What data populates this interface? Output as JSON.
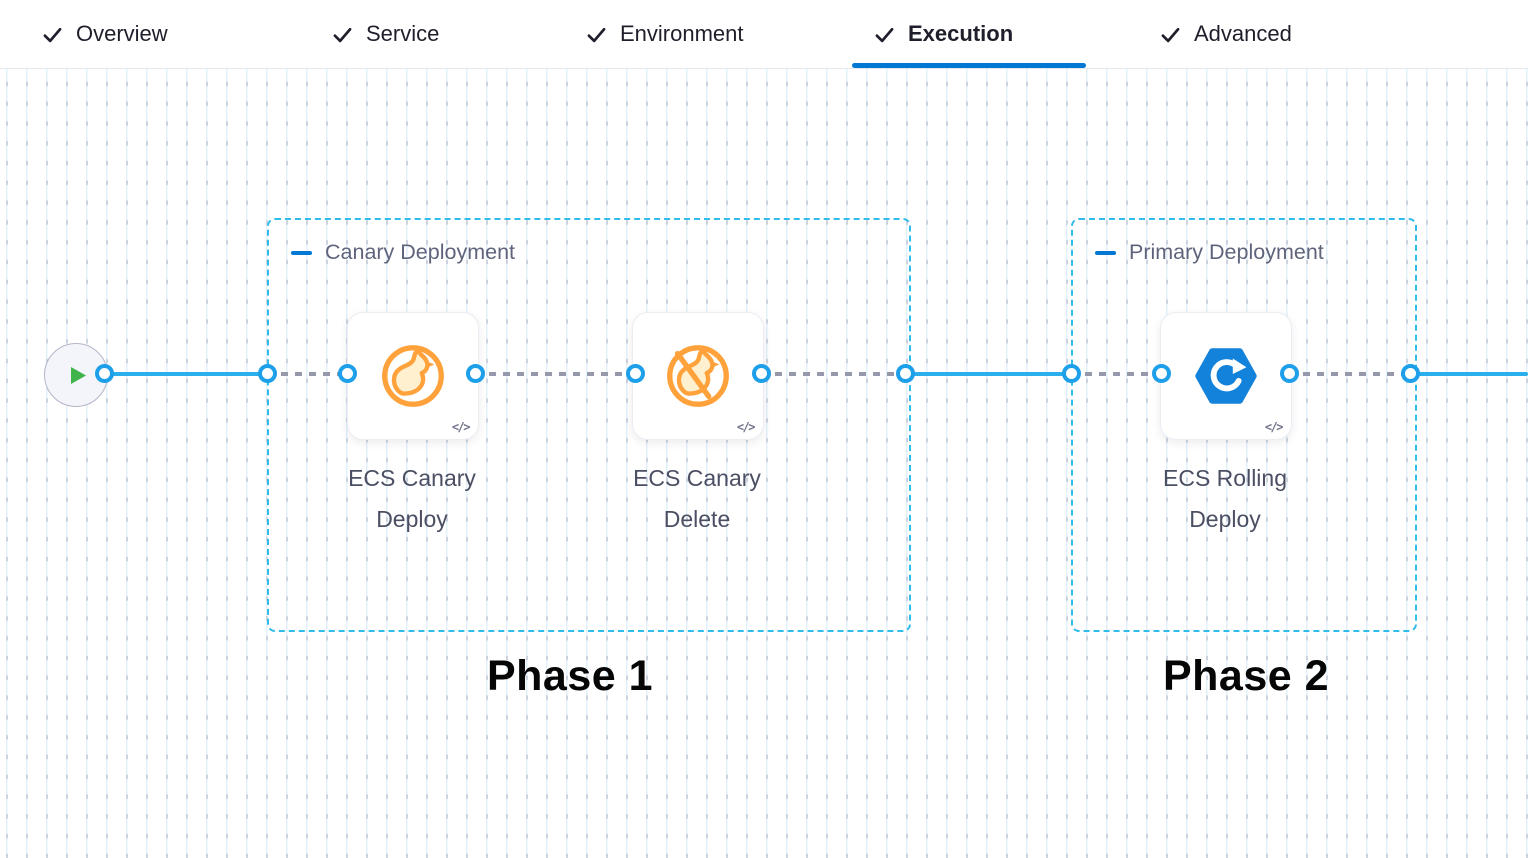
{
  "tab_bar": {
    "tabs": [
      {
        "label": "Overview"
      },
      {
        "label": "Service"
      },
      {
        "label": "Environment"
      },
      {
        "label": "Execution"
      },
      {
        "label": "Advanced"
      }
    ],
    "active_tab": "Execution"
  },
  "pipeline": {
    "groups": [
      {
        "title": "Canary Deployment",
        "annotation": "Phase 1",
        "steps": [
          {
            "name": "ECS Canary Deploy",
            "icon": "canary-deploy-icon",
            "badge": "</>"
          },
          {
            "name": "ECS Canary Delete",
            "icon": "canary-delete-icon",
            "badge": "</>"
          }
        ]
      },
      {
        "title": "Primary Deployment",
        "annotation": "Phase 2",
        "steps": [
          {
            "name": "ECS Rolling Deploy",
            "icon": "ecs-rolling-icon",
            "badge": "</>"
          }
        ]
      }
    ]
  },
  "colors": {
    "accent_blue": "#0278d5",
    "connector_blue": "#2baeec",
    "port_blue": "#1e9fea",
    "group_border_cyan": "#2fbcea",
    "dashed_gray": "#9699ac",
    "canary_orange": "#ffa23c",
    "ecs_blue": "#1282da",
    "play_green": "#3eb44a"
  }
}
